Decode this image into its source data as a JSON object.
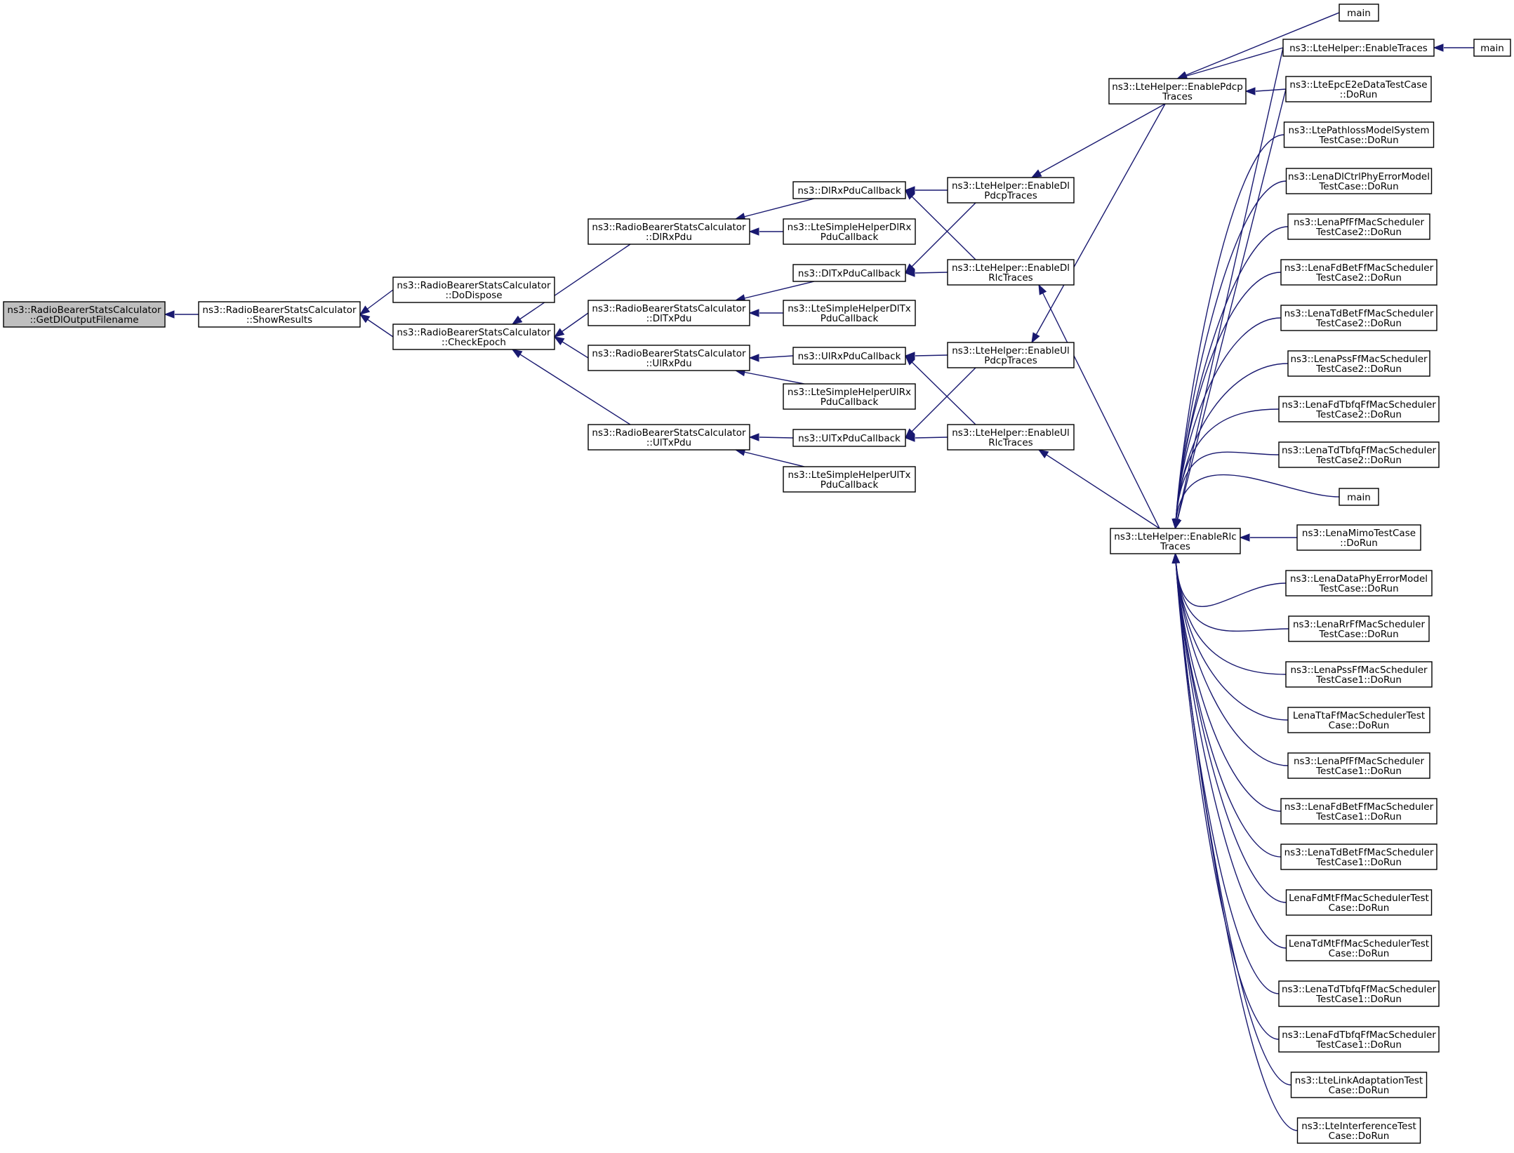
{
  "diagram": {
    "nodes": [
      {
        "id": "getdl",
        "lines": [
          "ns3::RadioBearerStatsCalculator",
          "::GetDlOutputFilename"
        ],
        "current": true,
        "clickable": false
      },
      {
        "id": "showresults",
        "lines": [
          "ns3::RadioBearerStatsCalculator",
          "::ShowResults"
        ]
      },
      {
        "id": "dodispose",
        "lines": [
          "ns3::RadioBearerStatsCalculator",
          "::DoDispose"
        ]
      },
      {
        "id": "checkepoch",
        "lines": [
          "ns3::RadioBearerStatsCalculator",
          "::CheckEpoch"
        ]
      },
      {
        "id": "dlrxpdu",
        "lines": [
          "ns3::RadioBearerStatsCalculator",
          "::DlRxPdu"
        ]
      },
      {
        "id": "dltxpdu",
        "lines": [
          "ns3::RadioBearerStatsCalculator",
          "::DlTxPdu"
        ]
      },
      {
        "id": "ulrxpdu",
        "lines": [
          "ns3::RadioBearerStatsCalculator",
          "::UlRxPdu"
        ]
      },
      {
        "id": "ultxpdu",
        "lines": [
          "ns3::RadioBearerStatsCalculator",
          "::UlTxPdu"
        ]
      },
      {
        "id": "dlrxcb",
        "lines": [
          "ns3::DlRxPduCallback"
        ]
      },
      {
        "id": "simpledlrx",
        "lines": [
          "ns3::LteSimpleHelperDlRx",
          "PduCallback"
        ]
      },
      {
        "id": "dltxcb",
        "lines": [
          "ns3::DlTxPduCallback"
        ]
      },
      {
        "id": "simpledltx",
        "lines": [
          "ns3::LteSimpleHelperDlTx",
          "PduCallback"
        ]
      },
      {
        "id": "ulrxcb",
        "lines": [
          "ns3::UlRxPduCallback"
        ]
      },
      {
        "id": "simpleulrx",
        "lines": [
          "ns3::LteSimpleHelperUlRx",
          "PduCallback"
        ]
      },
      {
        "id": "ultxcb",
        "lines": [
          "ns3::UlTxPduCallback"
        ]
      },
      {
        "id": "simpleultx",
        "lines": [
          "ns3::LteSimpleHelperUlTx",
          "PduCallback"
        ]
      },
      {
        "id": "endlpdcp",
        "lines": [
          "ns3::LteHelper::EnableDl",
          "PdcpTraces"
        ]
      },
      {
        "id": "endlrlc",
        "lines": [
          "ns3::LteHelper::EnableDl",
          "RlcTraces"
        ]
      },
      {
        "id": "enulpdcp",
        "lines": [
          "ns3::LteHelper::EnableUl",
          "PdcpTraces"
        ]
      },
      {
        "id": "enulrlc",
        "lines": [
          "ns3::LteHelper::EnableUl",
          "RlcTraces"
        ]
      },
      {
        "id": "enpdcp",
        "lines": [
          "ns3::LteHelper::EnablePdcp",
          "Traces"
        ]
      },
      {
        "id": "enrlc",
        "lines": [
          "ns3::LteHelper::EnableRlc",
          "Traces"
        ]
      },
      {
        "id": "main1",
        "lines": [
          "main"
        ]
      },
      {
        "id": "entraces",
        "lines": [
          "ns3::LteHelper::EnableTraces"
        ]
      },
      {
        "id": "main2",
        "lines": [
          "main"
        ]
      },
      {
        "id": "epce2e",
        "lines": [
          "ns3::LteEpcE2eDataTestCase",
          "::DoRun"
        ]
      },
      {
        "id": "pathloss",
        "lines": [
          "ns3::LtePathlossModelSystem",
          "TestCase::DoRun"
        ]
      },
      {
        "id": "dlctrl",
        "lines": [
          "ns3::LenaDlCtrlPhyErrorModel",
          "TestCase::DoRun"
        ]
      },
      {
        "id": "pf2",
        "lines": [
          "ns3::LenaPfFfMacScheduler",
          "TestCase2::DoRun"
        ]
      },
      {
        "id": "fdbet2",
        "lines": [
          "ns3::LenaFdBetFfMacScheduler",
          "TestCase2::DoRun"
        ]
      },
      {
        "id": "tdbet2",
        "lines": [
          "ns3::LenaTdBetFfMacScheduler",
          "TestCase2::DoRun"
        ]
      },
      {
        "id": "pss2",
        "lines": [
          "ns3::LenaPssFfMacScheduler",
          "TestCase2::DoRun"
        ]
      },
      {
        "id": "fdtbfq2",
        "lines": [
          "ns3::LenaFdTbfqFfMacScheduler",
          "TestCase2::DoRun"
        ]
      },
      {
        "id": "tdtbfq2",
        "lines": [
          "ns3::LenaTdTbfqFfMacScheduler",
          "TestCase2::DoRun"
        ]
      },
      {
        "id": "main3",
        "lines": [
          "main"
        ]
      },
      {
        "id": "mimo",
        "lines": [
          "ns3::LenaMimoTestCase",
          "::DoRun"
        ]
      },
      {
        "id": "dataphy",
        "lines": [
          "ns3::LenaDataPhyErrorModel",
          "TestCase::DoRun"
        ]
      },
      {
        "id": "rr",
        "lines": [
          "ns3::LenaRrFfMacScheduler",
          "TestCase::DoRun"
        ]
      },
      {
        "id": "pss1",
        "lines": [
          "ns3::LenaPssFfMacScheduler",
          "TestCase1::DoRun"
        ]
      },
      {
        "id": "tta",
        "lines": [
          "LenaTtaFfMacSchedulerTest",
          "Case::DoRun"
        ]
      },
      {
        "id": "pf1",
        "lines": [
          "ns3::LenaPfFfMacScheduler",
          "TestCase1::DoRun"
        ]
      },
      {
        "id": "fdbet1",
        "lines": [
          "ns3::LenaFdBetFfMacScheduler",
          "TestCase1::DoRun"
        ]
      },
      {
        "id": "tdbet1",
        "lines": [
          "ns3::LenaTdBetFfMacScheduler",
          "TestCase1::DoRun"
        ]
      },
      {
        "id": "fdmt",
        "lines": [
          "LenaFdMtFfMacSchedulerTest",
          "Case::DoRun"
        ]
      },
      {
        "id": "tdmt",
        "lines": [
          "LenaTdMtFfMacSchedulerTest",
          "Case::DoRun"
        ]
      },
      {
        "id": "tdtbfq1",
        "lines": [
          "ns3::LenaTdTbfqFfMacScheduler",
          "TestCase1::DoRun"
        ]
      },
      {
        "id": "fdtbfq1",
        "lines": [
          "ns3::LenaFdTbfqFfMacScheduler",
          "TestCase1::DoRun"
        ]
      },
      {
        "id": "linkadapt",
        "lines": [
          "ns3::LteLinkAdaptationTest",
          "Case::DoRun"
        ]
      },
      {
        "id": "interf",
        "lines": [
          "ns3::LteInterferenceTest",
          "Case::DoRun"
        ]
      }
    ],
    "edges": [
      {
        "from": "showresults",
        "to": "getdl"
      },
      {
        "from": "dodispose",
        "to": "showresults"
      },
      {
        "from": "checkepoch",
        "to": "showresults"
      },
      {
        "from": "dlrxpdu",
        "to": "checkepoch"
      },
      {
        "from": "dltxpdu",
        "to": "checkepoch"
      },
      {
        "from": "ulrxpdu",
        "to": "checkepoch"
      },
      {
        "from": "ultxpdu",
        "to": "checkepoch"
      },
      {
        "from": "dlrxcb",
        "to": "dlrxpdu"
      },
      {
        "from": "simpledlrx",
        "to": "dlrxpdu"
      },
      {
        "from": "dltxcb",
        "to": "dltxpdu"
      },
      {
        "from": "simpledltx",
        "to": "dltxpdu"
      },
      {
        "from": "ulrxcb",
        "to": "ulrxpdu"
      },
      {
        "from": "simpleulrx",
        "to": "ulrxpdu"
      },
      {
        "from": "ultxcb",
        "to": "ultxpdu"
      },
      {
        "from": "simpleultx",
        "to": "ultxpdu"
      },
      {
        "from": "endlpdcp",
        "to": "dlrxcb"
      },
      {
        "from": "endlrlc",
        "to": "dlrxcb"
      },
      {
        "from": "endlpdcp",
        "to": "dltxcb"
      },
      {
        "from": "endlrlc",
        "to": "dltxcb"
      },
      {
        "from": "enulpdcp",
        "to": "ulrxcb"
      },
      {
        "from": "enulrlc",
        "to": "ulrxcb"
      },
      {
        "from": "enulpdcp",
        "to": "ultxcb"
      },
      {
        "from": "enulrlc",
        "to": "ultxcb"
      },
      {
        "from": "enpdcp",
        "to": "endlpdcp"
      },
      {
        "from": "enpdcp",
        "to": "enulpdcp"
      },
      {
        "from": "enrlc",
        "to": "endlrlc"
      },
      {
        "from": "enrlc",
        "to": "enulrlc"
      },
      {
        "from": "main1",
        "to": "enpdcp"
      },
      {
        "from": "entraces",
        "to": "enpdcp"
      },
      {
        "from": "epce2e",
        "to": "enpdcp"
      },
      {
        "from": "main2",
        "to": "entraces"
      },
      {
        "from": "entraces",
        "to": "enrlc"
      },
      {
        "from": "epce2e",
        "to": "enrlc"
      },
      {
        "from": "pathloss",
        "to": "enrlc"
      },
      {
        "from": "dlctrl",
        "to": "enrlc"
      },
      {
        "from": "pf2",
        "to": "enrlc"
      },
      {
        "from": "fdbet2",
        "to": "enrlc"
      },
      {
        "from": "tdbet2",
        "to": "enrlc"
      },
      {
        "from": "pss2",
        "to": "enrlc"
      },
      {
        "from": "fdtbfq2",
        "to": "enrlc"
      },
      {
        "from": "tdtbfq2",
        "to": "enrlc"
      },
      {
        "from": "main3",
        "to": "enrlc"
      },
      {
        "from": "mimo",
        "to": "enrlc"
      },
      {
        "from": "dataphy",
        "to": "enrlc"
      },
      {
        "from": "rr",
        "to": "enrlc"
      },
      {
        "from": "pss1",
        "to": "enrlc"
      },
      {
        "from": "tta",
        "to": "enrlc"
      },
      {
        "from": "pf1",
        "to": "enrlc"
      },
      {
        "from": "fdbet1",
        "to": "enrlc"
      },
      {
        "from": "tdbet1",
        "to": "enrlc"
      },
      {
        "from": "fdmt",
        "to": "enrlc"
      },
      {
        "from": "tdmt",
        "to": "enrlc"
      },
      {
        "from": "tdtbfq1",
        "to": "enrlc"
      },
      {
        "from": "fdtbfq1",
        "to": "enrlc"
      },
      {
        "from": "linkadapt",
        "to": "enrlc"
      },
      {
        "from": "interf",
        "to": "enrlc"
      }
    ]
  }
}
